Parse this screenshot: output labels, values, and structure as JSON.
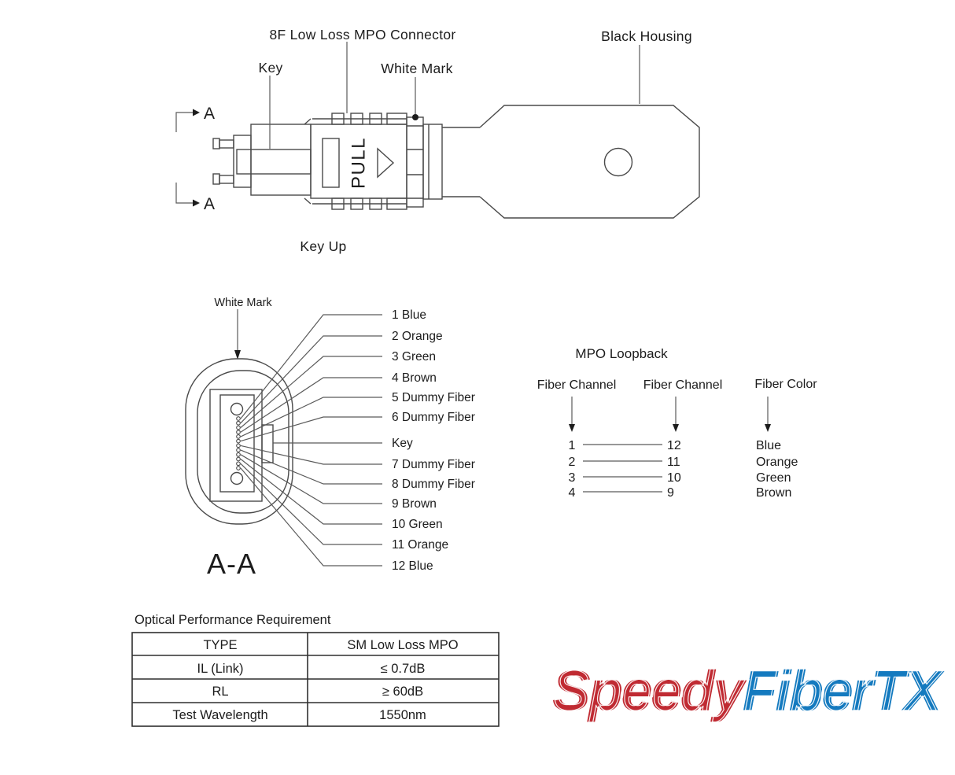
{
  "top_view": {
    "section_label_top": "A",
    "section_label_bottom": "A",
    "connector_label": "8F Low Loss MPO Connector",
    "key_label": "Key",
    "white_mark_label": "White Mark",
    "black_housing_label": "Black Housing",
    "pull_label": "PULL",
    "caption": "Key Up"
  },
  "cross_section": {
    "white_mark_label": "White Mark",
    "caption": "A-A",
    "fiber_labels": [
      "1 Blue",
      "2 Orange",
      "3 Green",
      "4 Brown",
      "5 Dummy Fiber",
      "6 Dummy Fiber",
      "Key",
      "7 Dummy Fiber",
      "8 Dummy Fiber",
      "9 Brown",
      "10 Green",
      "11 Orange",
      "12 Blue"
    ]
  },
  "loopback": {
    "title": "MPO Loopback",
    "headers": [
      "Fiber Channel",
      "Fiber Channel",
      "Fiber Color"
    ],
    "rows": [
      {
        "from": "1",
        "to": "12",
        "color": "Blue"
      },
      {
        "from": "2",
        "to": "11",
        "color": "Orange"
      },
      {
        "from": "3",
        "to": "10",
        "color": "Green"
      },
      {
        "from": "4",
        "to": "9",
        "color": "Brown"
      }
    ]
  },
  "performance_table": {
    "title": "Optical Performance Requirement",
    "rows": [
      {
        "param": "TYPE",
        "value": "SM Low Loss MPO"
      },
      {
        "param": "IL (Link)",
        "value": "≤ 0.7dB"
      },
      {
        "param": "RL",
        "value": "≥ 60dB"
      },
      {
        "param": "Test Wavelength",
        "value": "1550nm"
      }
    ]
  },
  "logo": {
    "part1": "Speedy",
    "part2": "FiberTX",
    "color_red": "#c02a32",
    "color_blue": "#147abf"
  },
  "colors": {
    "line": "#4a4a4a",
    "text": "#1c1c1c",
    "background": "#ffffff"
  }
}
